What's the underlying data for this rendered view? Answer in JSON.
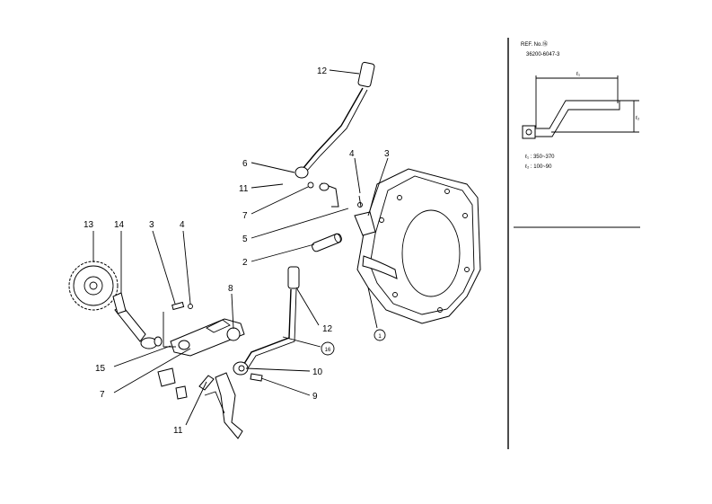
{
  "callouts": {
    "c12a": "12",
    "c6": "6",
    "c4a": "4",
    "c3a": "3",
    "c11a": "11",
    "c7a": "7",
    "c5": "5",
    "c2": "2",
    "c13": "13",
    "c14": "14",
    "c3b": "3",
    "c4b": "4",
    "c8": "8",
    "c12b": "12",
    "c16": "16",
    "c1": "1",
    "c15": "15",
    "c7b": "7",
    "c10": "10",
    "c9": "9",
    "c11b": "11"
  },
  "ref_panel": {
    "ref_title": "REF. No.⑯",
    "part_number": "36200-6047-3",
    "dim_top": "ℓ₁",
    "dim_side": "ℓ₂",
    "spec1": "ℓ₁ : 350~370",
    "spec2": "ℓ₂ : 100~90"
  }
}
